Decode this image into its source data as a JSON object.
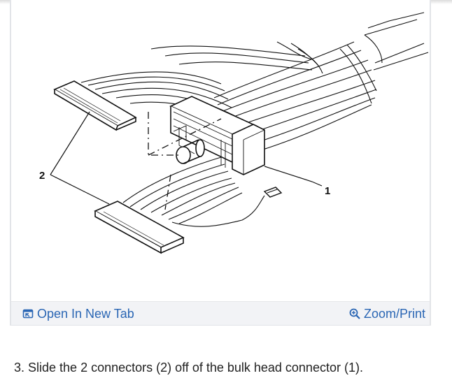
{
  "figure": {
    "callouts": {
      "bulkhead_connector": "1",
      "connectors": "2"
    }
  },
  "toolbar": {
    "open_label": "Open In New Tab",
    "zoom_label": "Zoom/Print",
    "open_icon": "open-in-new-tab-icon",
    "zoom_icon": "zoom-magnifier-icon",
    "link_color": "#2a66b4"
  },
  "caption": {
    "text": "3. Slide the 2 connectors (2) off of the bulk head connector (1)."
  }
}
